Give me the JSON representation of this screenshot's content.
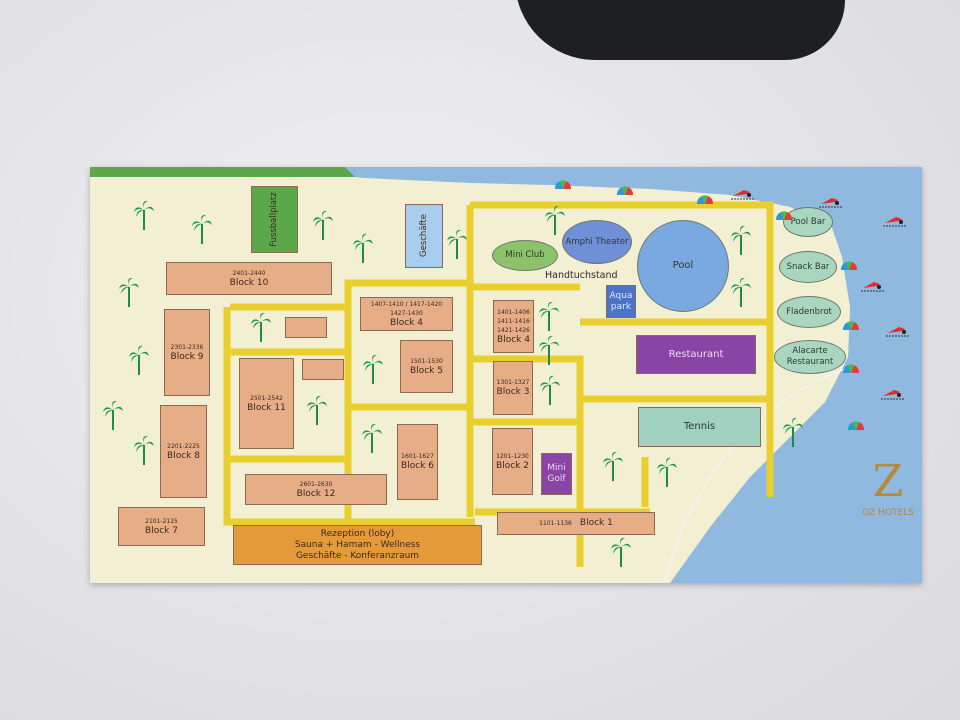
{
  "map": {
    "title_logo": "OZ HOTELS",
    "facilities": {
      "football": "Fussballplatz",
      "shops": "Geschäfte",
      "mini_club": "Mini Club",
      "amphi": "Amphi Theater",
      "towel": "Handtuchstand",
      "pool": "Pool",
      "aquapark": "Aqua park",
      "restaurant": "Restaurant",
      "tennis": "Tennis",
      "minigolf": "Mini Golf",
      "pool_bar": "Pool Bar",
      "snack_bar": "Snack Bar",
      "fladenbrot": "Fladenbrot",
      "alacarte": "Alacarte Restaurant",
      "reception": [
        "Rezeption (loby)",
        "Sauna + Hamam - Wellness",
        "Geschäfte - Konferanzraum"
      ]
    },
    "blocks": {
      "b10": {
        "rooms": "2401-2440",
        "name": "Block 10"
      },
      "b9": {
        "rooms": "2301-2336",
        "name": "Block 9"
      },
      "b8": {
        "rooms": "2201-2225",
        "name": "Block 8"
      },
      "b7": {
        "rooms": "2101-2125",
        "name": "Block 7"
      },
      "b11": {
        "rooms": "2501-2542",
        "name": "Block 11"
      },
      "b12": {
        "rooms": "2601-2630",
        "name": "Block 12"
      },
      "b4a": {
        "rooms": "1407-1410 / 1417-1420",
        "rooms2": "1427-1430",
        "name": "Block 4"
      },
      "b5": {
        "rooms": "1501-1530",
        "name": "Block 5"
      },
      "b6": {
        "rooms": "1601-1627",
        "name": "Block 6"
      },
      "b4b": {
        "rooms": "1401-1406",
        "rooms2": "1411-1416",
        "rooms3": "1421-1426",
        "name": "Block 4"
      },
      "b3": {
        "rooms": "1301-1327",
        "name": "Block 3"
      },
      "b2": {
        "rooms": "1201-1230",
        "name": "Block 2"
      },
      "b1": {
        "rooms": "1101-1136",
        "name": "Block 1"
      }
    },
    "colors": {
      "sand": "#f3efd2",
      "sea": "#8fb9df",
      "road": "#f0d43a",
      "block": "#e7ad86",
      "purple": "#8a44a6",
      "teal": "#9fd0c0"
    }
  }
}
